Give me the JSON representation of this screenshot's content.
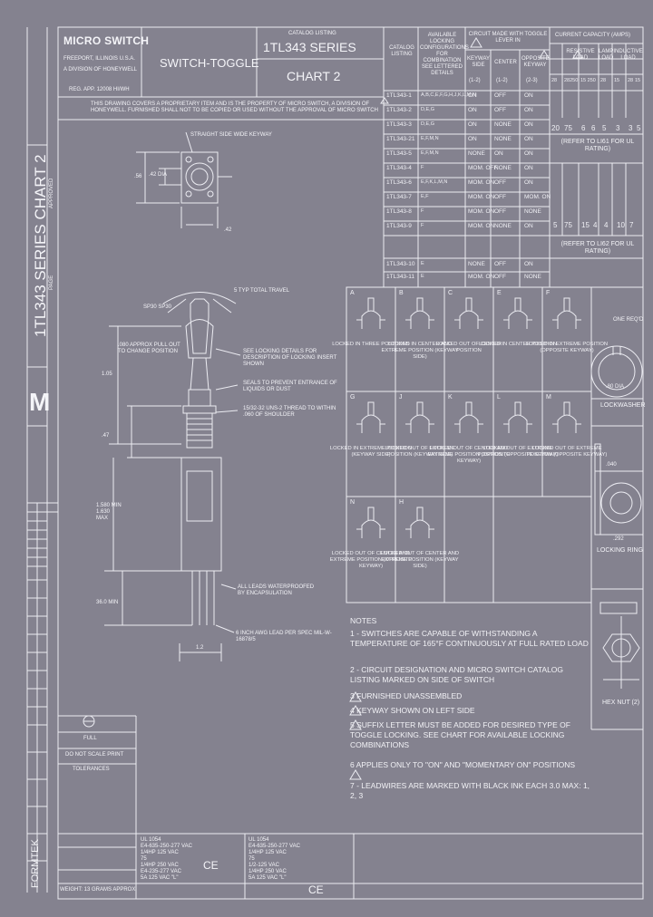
{
  "title_block": {
    "company": "MICRO SWITCH",
    "company_sub1": "FREEPORT, ILLINOIS U.S.A.",
    "company_sub2": "A DIVISION OF HONEYWELL",
    "reg": "REG. APP. 12008 HI/WH",
    "product": "SWITCH-TOGGLE",
    "catalog_listing_label": "CATALOG LISTING",
    "series": "1TL343 SERIES",
    "chart": "CHART 2"
  },
  "proprietary": "THIS DRAWING COVERS A PROPRIETARY ITEM AND IS THE PROPERTY OF MICRO SWITCH, A DIVISION OF HONEYWELL. FURNISHED SHALL NOT TO BE COPIED OR USED WITHOUT THE APPROVAL OF MICRO SWITCH",
  "table": {
    "headers": {
      "catalog": "CATALOG LISTING",
      "locking": "AVAILABLE LOCKING CONFIGURATIONS FOR COMBINATION SEE LETTERED DETAILS",
      "circuit": "CIRCUIT MADE WITH TOGGLE LEVER IN",
      "keyway": "KEYWAY SIDE",
      "center": "CENTER",
      "opposite": "OPPOSITE KEYWAY",
      "keyway_sub": "(1-2)",
      "center_sub": "(1-2)",
      "opposite_sub": "(2-3)",
      "current": "CURRENT CAPACITY (AMPS)",
      "resistive": "RESISTIVE LOAD",
      "lamp": "LAMP LOAD",
      "inductive": "INDUCTIVE LOAD"
    },
    "rows": [
      {
        "listing": "1TL343-1",
        "locking": "A,B,C,E,F,G,H,J,K,L,M,N",
        "keyway": "ON",
        "center": "OFF",
        "opposite": "ON"
      },
      {
        "listing": "1TL343-2",
        "locking": "D,E,G",
        "keyway": "ON",
        "center": "OFF",
        "opposite": "ON"
      },
      {
        "listing": "1TL343-3",
        "locking": "D,E,G",
        "keyway": "ON",
        "center": "NONE",
        "opposite": "ON"
      },
      {
        "listing": "1TL343-21",
        "locking": "E,F,M,N",
        "keyway": "ON",
        "center": "NONE",
        "opposite": "ON"
      },
      {
        "listing": "1TL343-5",
        "locking": "E,F,M,N",
        "keyway": "NONE",
        "center": "ON",
        "opposite": "ON"
      },
      {
        "listing": "1TL343-4",
        "locking": "F",
        "keyway": "MOM. OFF",
        "center": "NONE",
        "opposite": "ON"
      },
      {
        "listing": "1TL343-6",
        "locking": "E,F,K,L,M,N",
        "keyway": "MOM. ON",
        "center": "OFF",
        "opposite": "ON"
      },
      {
        "listing": "1TL343-7",
        "locking": "E,F",
        "keyway": "MOM. ON",
        "center": "OFF",
        "opposite": "MOM. ON"
      },
      {
        "listing": "1TL343-8",
        "locking": "F",
        "keyway": "MOM. ON",
        "center": "OFF",
        "opposite": "NONE"
      },
      {
        "listing": "1TL343-9",
        "locking": "F",
        "keyway": "MOM. ON",
        "center": "NONE",
        "opposite": "ON"
      },
      {
        "listing": "1TL343-10",
        "locking": "E",
        "keyway": "NONE",
        "center": "OFF",
        "opposite": "ON"
      },
      {
        "listing": "1TL343-11",
        "locking": "E",
        "keyway": "MOM. ON",
        "center": "OFF",
        "opposite": "NONE"
      }
    ],
    "current_top": [
      "20",
      "75",
      "6",
      "6",
      "5",
      "3",
      "3",
      "5"
    ],
    "current_bottom": [
      "5",
      "75",
      "15",
      "4",
      "4",
      "10",
      "7"
    ],
    "refer1": "(REFER TO LI61 FOR UL RATING)",
    "refer2": "(REFER TO LI62 FOR UL RATING)",
    "volt_headers": [
      "28",
      "28250",
      "15 250",
      "28",
      "15",
      "28",
      "15"
    ]
  },
  "locking_details": [
    {
      "letter": "A",
      "label": "LOCKED IN THREE POSITIONS"
    },
    {
      "letter": "B",
      "label": "LOCKED IN CENTER AND EXTREME POSITION (KEYWAY SIDE)"
    },
    {
      "letter": "C",
      "label": "LOCKED OUT OF CENTER POSITION"
    },
    {
      "letter": "E",
      "label": "LOCKED IN CENTER POSITION"
    },
    {
      "letter": "F",
      "label": "LOCKED IN EXTREME POSITION (OPPOSITE KEYWAY)"
    },
    {
      "letter": "G",
      "label": "LOCKED IN EXTREME POSITION (KEYWAY SIDE)"
    },
    {
      "letter": "J",
      "label": "LOCKED OUT OF EXTREME POSITION (KEYWAY SIDE)"
    },
    {
      "letter": "K",
      "label": "LOCKED OUT OF CENTER AND EXTREME POSITION (OPPOSITE KEYWAY)"
    },
    {
      "letter": "L",
      "label": "LOCKED OUT OF EXTREME POSITION (OPPOSITE KEYWAY)"
    },
    {
      "letter": "M",
      "label": "LOCKED OUT OF EXTREME POSITION (OPPOSITE KEYWAY)"
    },
    {
      "letter": "N",
      "label": "LOCKED OUT OF CENTER AND EXTREME POSITION (OPPOSITE KEYWAY)"
    },
    {
      "letter": "H",
      "label": "LOCKED OUT OF CENTER AND EXTREME POSITION (KEYWAY SIDE)"
    }
  ],
  "hardware": {
    "lockwasher": "LOCKWASHER",
    "locking_ring": "LOCKING RING",
    "hex_nut": "HEX NUT (2)",
    "one_req": "ONE REQ'D",
    "d80": ".80 DIA",
    "d040": ".040",
    "d292": ".292"
  },
  "drawing": {
    "keyway_note": "STRAIGHT SIDE WIDE KEYWAY",
    "dim_56": ".56",
    "dim_42dia": ".42 DIA",
    "dim_42": ".42",
    "travel": "5 TYP TOTAL TRAVEL",
    "angle": "SP30 SP30",
    "pull": ".080 APPROX PULL OUT TO CHANGE POSITION",
    "locking_note": "SEE LOCKING DETAILS FOR DESCRIPTION OF LOCKING INSERT SHOWN",
    "seal_note": "SEALS TO PREVENT ENTRANCE OF LIQUIDS OR DUST",
    "thread_note": "15/32-32 UNS-2 THREAD TO WITHIN .060 OF SHOULDER",
    "dim_105": "1.05",
    "dim_47": ".47",
    "dim_len": "1.580 MIN 1.630 MAX",
    "lead_note": "ALL LEADS WATERPROOFED BY ENCAPSULATION",
    "dim_leads": "36.0 MIN",
    "wire_note": "6 INCH AWG LEAD PER SPEC MIL-W-16878/5",
    "dim_12": "1.2"
  },
  "notes": {
    "header": "NOTES",
    "items": [
      "1 - SWITCHES ARE CAPABLE OF WITHSTANDING A TEMPERATURE OF 165°F CONTINUOUSLY AT FULL RATED LOAD",
      "2 - CIRCUIT DESIGNATION AND MICRO SWITCH CATALOG LISTING MARKED ON SIDE OF SWITCH",
      "3 FURNISHED UNASSEMBLED",
      "4 KEYWAY SHOWN ON LEFT SIDE",
      "5 SUFFIX LETTER MUST BE ADDED FOR DESIRED TYPE OF TOGGLE LOCKING. SEE CHART FOR AVAILABLE LOCKING COMBINATIONS",
      "6 APPLIES ONLY TO \"ON\" AND \"MOMENTARY ON\" POSITIONS",
      "7 - LEADWIRES ARE MARKED WITH BLACK INK EACH 3.0 MAX: 1, 2, 3"
    ]
  },
  "side_strip": {
    "series_chart": "1TL343 SERIES CHART 2",
    "page": "PAGE",
    "approved": "APPROVED",
    "mark": "M",
    "formtek": "FORMTEK"
  },
  "bottom": {
    "scale": "FULL",
    "do_not_scale": "DO NOT SCALE PRINT",
    "tolerances": "TOLERANCES",
    "weight": "WEIGHT: 13 GRAMS APPROX",
    "ul_left": "UL 1054\nE4-635-250-277 VAC\n1/4HP 125 VAC\n75\n1/4HP 250 VAC\nE4-235-277 VAC\n5A 125 VAC \"L\"",
    "ul_right": "UL 1054\nE4-635-250-277 VAC\n1/4HP 125 VAC\n75\n1/2-125 VAC\n1/4HP 250 VAC\n5A 125 VAC \"L\"",
    "ce": "CE"
  }
}
